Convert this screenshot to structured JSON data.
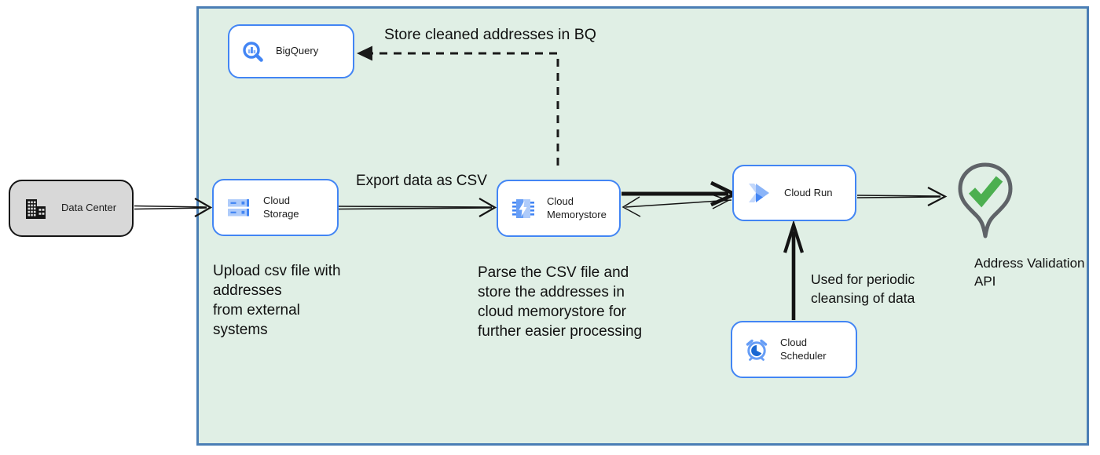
{
  "diagram": {
    "title_none": "",
    "boundary": {
      "type": "cloud-platform-boundary"
    }
  },
  "colors": {
    "boundary_fill": "#e0efe5",
    "boundary_border": "#4a7eb5",
    "node_border_blue": "#4285f4",
    "datacenter_fill": "#d8d8d8",
    "datacenter_border": "#141414",
    "icon_blue": "#4285f4",
    "icon_blue_light": "#aecbfa",
    "icon_blue_dark": "#1967d2",
    "pin_gray": "#5f6368",
    "check_green": "#4caf50",
    "text": "#101010"
  },
  "nodes": {
    "data_center": {
      "label": "Data Center",
      "icon": "building-icon"
    },
    "bigquery": {
      "label": "BigQuery",
      "icon": "bigquery-icon"
    },
    "cloud_storage": {
      "label": "Cloud Storage",
      "icon": "cloud-storage-icon"
    },
    "cloud_memorystore": {
      "label": "Cloud Memorystore",
      "icon": "memorystore-icon"
    },
    "cloud_run": {
      "label": "Cloud Run",
      "icon": "cloud-run-icon"
    },
    "cloud_scheduler": {
      "label": "Cloud Scheduler",
      "icon": "scheduler-icon"
    },
    "address_validation_api": {
      "label": "Address Validation\nAPI",
      "icon": "map-pin-check-icon"
    }
  },
  "annotations": {
    "store_cleaned": "Store cleaned addresses in BQ",
    "export_csv": "Export data as CSV",
    "upload_note": "Upload csv file with\naddresses\nfrom external\nsystems",
    "parse_note": "Parse the CSV file and\nstore the addresses in\ncloud  memorystore for\nfurther easier processing",
    "scheduler_note": "Used for periodic\ncleansing of data"
  }
}
